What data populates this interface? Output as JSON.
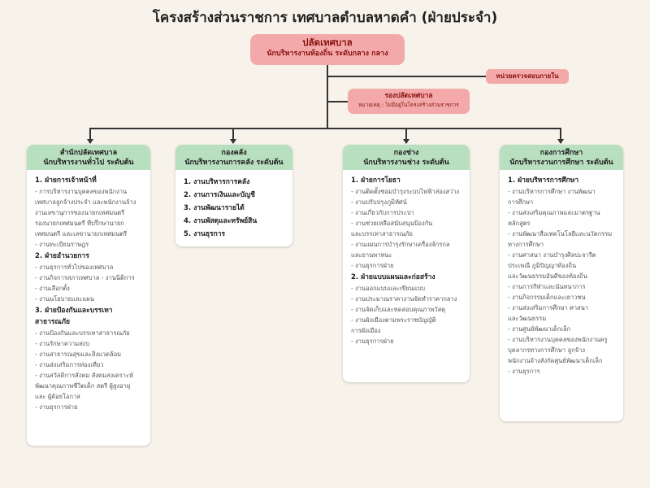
{
  "title": "โครงสร้างส่วนราชการ เทศบาลตำบลหาดคำ (ฝ่ายประจำ)",
  "top": {
    "name": "ปลัดเทศบาล",
    "subtitle": "นักบริหารงานท้องถิ่น ระดับกลาง กลาง"
  },
  "audit": {
    "name": "หน่วยตรวจสอบภายใน"
  },
  "deputy": {
    "name": "รองปลัดเทศบาล",
    "note": "หมายเหตุ : ไม่มีอยู่ในโครงสร้างส่วนราชการ"
  },
  "colors": {
    "background": "#f7f3ea",
    "leader_box": "#f3a9a9",
    "leader_text": "#8a1010",
    "dept_header": "#b9dfc1"
  },
  "departments": [
    {
      "name": "สำนักปลัดเทศบาล",
      "subtitle": "นักบริหารงานทั่วไป ระดับต้น",
      "sections": [
        {
          "title": "1. ฝ่ายการเจ้าหน้าที่",
          "items": [
            "- การบริหารงานบุคคลของพนักงาน",
            "เทศบาลลูกจ้างประจำ และพนักงานจ้าง",
            "งานเลขานุการของนายกเทศมนตรี",
            "รองนายกเทศมนตรี ที่ปรึกษานายก",
            "เทศมนตรี และเลขานายกเทศมนตรี",
            "- งานทะเบียนราษฎร"
          ]
        },
        {
          "title": "2. ฝ่ายอำนวยการ",
          "items": [
            "- งานธุรการทั่วไปของเทศบาล",
            "- งานกิจการสภาเทศบาล - งานนิติการ",
            "- งานเลือกตั้ง",
            "- งานนโยบายและแผน"
          ]
        },
        {
          "title": "3. ฝ่ายป้องกันและบรรเทาสาธารณภัย",
          "items": [
            "- งานป้องกันและบรรเทาสาธารณภัย",
            "- งานรักษาความสงบ",
            "- งานสาธารณสุขและสิ่งแวดล้อม",
            "- งานส่งเสริมการท่องเที่ยว",
            "- งานสวัสดิการสังคม สังคมสงเคราะห์",
            "พัฒนาคุณภาพชีวิตเด็ก สตรี ผู้สูงอายุ",
            "และ ผู้ด้อยโอกาส",
            "- งานธุรการฝ่าย"
          ]
        }
      ]
    },
    {
      "name": "กองคลัง",
      "subtitle": "นักบริหารงานการคลัง ระดับต้น",
      "sections": [
        {
          "title": "1. งานบริหารการคลัง",
          "items": []
        },
        {
          "title": "2. งานการเงินและบัญชี",
          "items": []
        },
        {
          "title": "3. งานพัฒนารายได้",
          "items": []
        },
        {
          "title": "4. งานพัสดุและทรัพย์สิน",
          "items": []
        },
        {
          "title": "5. งานธุรการ",
          "items": []
        }
      ]
    },
    {
      "name": "กองช่าง",
      "subtitle": "นักบริหารงานช่าง ระดับต้น",
      "sections": [
        {
          "title": "1. ฝ่ายการโยธา",
          "items": [
            "- งานติดตั้งซ่อมบำรุงระบบไฟฟ้าส่องสว่าง",
            "- งานปรับปรุงภูมิทัศน์",
            "- งานเกี่ยวกับการประปา",
            "- งานช่วยเหลือสนับสนุนป้องกัน",
            "และบรรเทาสาธารณภัย",
            "- งานแผนการบำรุงรักษาเครื่องจักรกล",
            "และยานพาหนะ",
            "- งานธุรการฝ่าย"
          ]
        },
        {
          "title": "2. ฝ่ายแบบแผนและก่อสร้าง",
          "items": [
            "- งานออกแบบและเขียนแบบ",
            "- งานประมาณราคางานจัดทำราคากลาง",
            "- งานจัดเก็บและทดสอบคุณภาพวัสดุ",
            "- งานผังเมืองตามพระราชบัญญัติ",
            "การผังเมือง",
            "- งานธุรการฝ่าย"
          ]
        }
      ]
    },
    {
      "name": "กองการศึกษา",
      "subtitle": "นักบริหารงานการศึกษา ระดับต้น",
      "sections": [
        {
          "title": "1. ฝ่ายบริหารการศึกษา",
          "items": [
            "- งานบริหารการศึกษา งานพัฒนา",
            "การศึกษา",
            "- งานส่งเสริมคุณภาพและมาตรฐาน",
            "หลักสูตร",
            "- งานพัฒนาสื่อเทคโนโลยีและนวัตกรรม",
            "ทางการศึกษา",
            "- งานศาสนา งานบำรุงศิลปะจารีต",
            "ประเพณี ภูมิปัญญาท้องถิ่น",
            "และวัฒนธรรมอันดีของท้องถิ่น",
            "- งานการกีฬาและนันทนาการ",
            "- งานกิจกรรมเด็กและเยาวชน",
            "- งานส่งเสริมการศึกษา ศาสนา",
            "และวัฒนธรรม",
            "- งานศูนย์พัฒนาเด็กเล็ก",
            "- งานบริหารงานบุคคลของพนักงานครู",
            "บุคลากรทางการศึกษา ลูกจ้าง",
            "พนักงานจ้างสังกัดศูนย์พัฒนาเด็กเล็ก",
            "- งานธุรการ"
          ]
        }
      ]
    }
  ]
}
